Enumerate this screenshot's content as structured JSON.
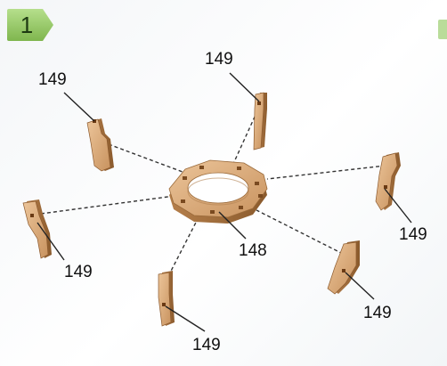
{
  "step": {
    "number": "1",
    "badge_color": "#8cc35a",
    "badge_text_color": "#1e3a12"
  },
  "parts": {
    "center_part": {
      "label": "148"
    },
    "arms": [
      {
        "label": "149",
        "position": "upper-left"
      },
      {
        "label": "149",
        "position": "top"
      },
      {
        "label": "149",
        "position": "right"
      },
      {
        "label": "149",
        "position": "left"
      },
      {
        "label": "149",
        "position": "lower-right"
      },
      {
        "label": "149",
        "position": "bottom"
      }
    ]
  },
  "colors": {
    "wood": "#d9a875",
    "wood_dark": "#b07c4a",
    "wood_edge": "#8c5a2e",
    "leader": "#222222",
    "dashed": "#333333"
  }
}
